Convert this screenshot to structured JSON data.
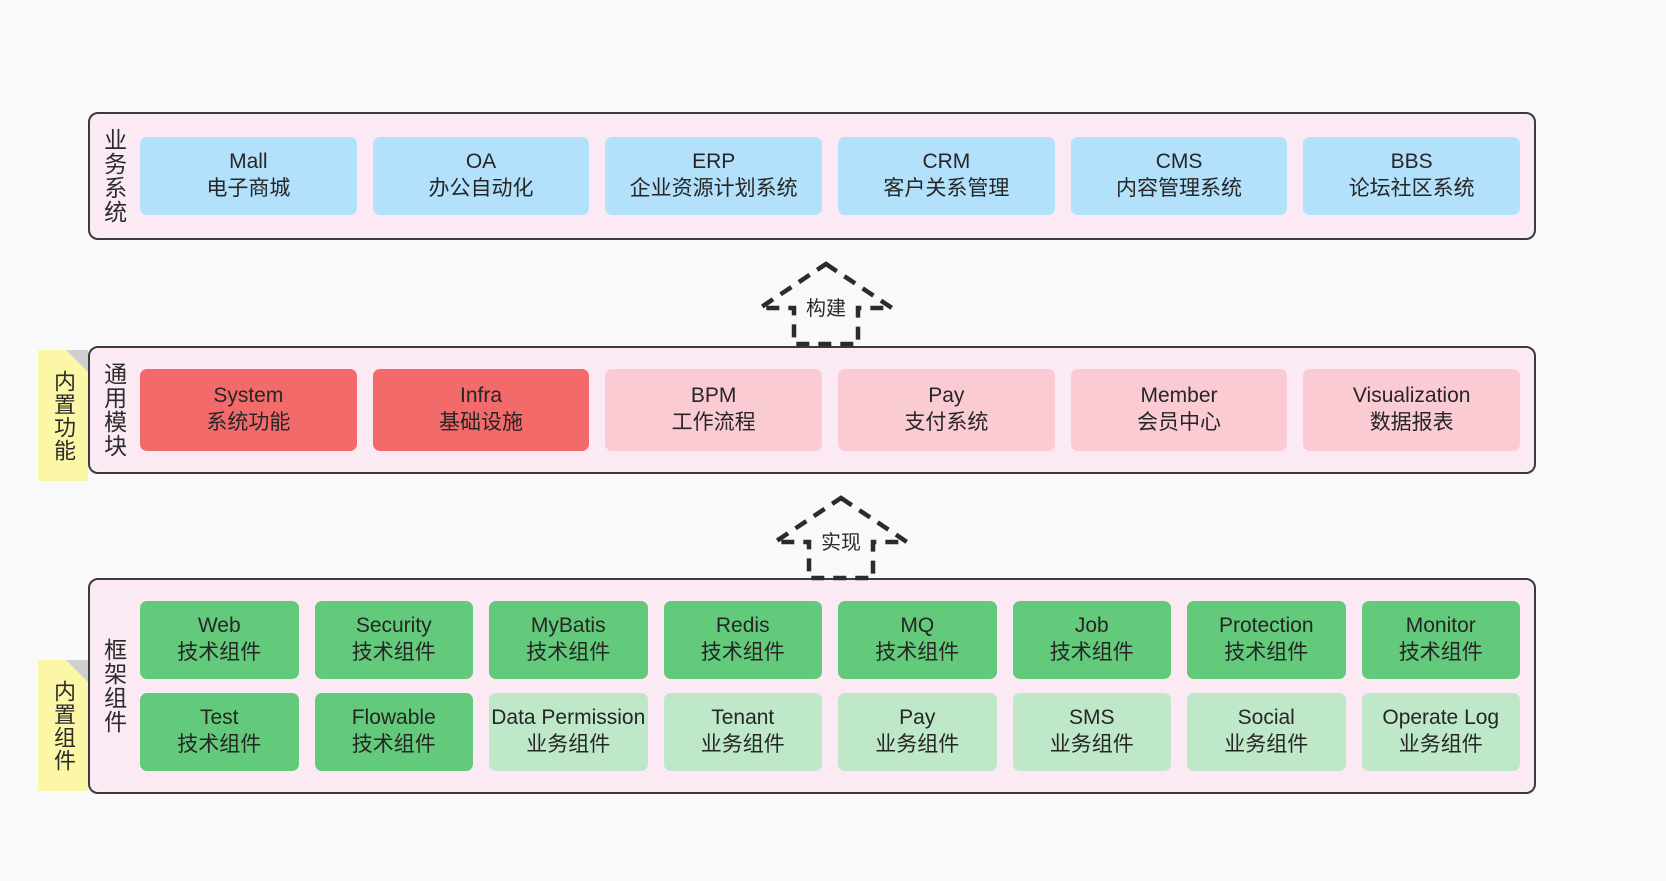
{
  "diagram": {
    "background_color": "#f9f9f9",
    "panel_color": "#fbeaf4",
    "note_color": "#fbf7a6",
    "colors": {
      "business": "#b3e0fb",
      "module_core": "#f26a6a",
      "module_extra": "#fbcbd4",
      "component_tech": "#63c97b",
      "component_biz": "#bee8c8",
      "stroke": "#3b3b3b"
    }
  },
  "layers": {
    "business": {
      "title": "业务系统",
      "cards": [
        {
          "t1": "Mall",
          "t2": "电子商城"
        },
        {
          "t1": "OA",
          "t2": "办公自动化"
        },
        {
          "t1": "ERP",
          "t2": "企业资源计划系统"
        },
        {
          "t1": "CRM",
          "t2": "客户关系管理"
        },
        {
          "t1": "CMS",
          "t2": "内容管理系统"
        },
        {
          "t1": "BBS",
          "t2": "论坛社区系统"
        }
      ]
    },
    "modules": {
      "title": "通用模块",
      "note": "内置功能",
      "cards": [
        {
          "t1": "System",
          "t2": "系统功能",
          "style": "red"
        },
        {
          "t1": "Infra",
          "t2": "基础设施",
          "style": "red"
        },
        {
          "t1": "BPM",
          "t2": "工作流程",
          "style": "pinklight"
        },
        {
          "t1": "Pay",
          "t2": "支付系统",
          "style": "pinklight"
        },
        {
          "t1": "Member",
          "t2": "会员中心",
          "style": "pinklight"
        },
        {
          "t1": "Visualization",
          "t2": "数据报表",
          "style": "pinklight"
        }
      ]
    },
    "framework": {
      "title": "框架组件",
      "note": "内置组件",
      "row1": [
        {
          "t1": "Web",
          "t2": "技术组件"
        },
        {
          "t1": "Security",
          "t2": "技术组件"
        },
        {
          "t1": "MyBatis",
          "t2": "技术组件"
        },
        {
          "t1": "Redis",
          "t2": "技术组件"
        },
        {
          "t1": "MQ",
          "t2": "技术组件"
        },
        {
          "t1": "Job",
          "t2": "技术组件"
        },
        {
          "t1": "Protection",
          "t2": "技术组件"
        },
        {
          "t1": "Monitor",
          "t2": "技术组件"
        }
      ],
      "row2": [
        {
          "t1": "Test",
          "t2": "技术组件",
          "style": "green"
        },
        {
          "t1": "Flowable",
          "t2": "技术组件",
          "style": "green"
        },
        {
          "t1": "Data Permission",
          "t2": "业务组件",
          "style": "greenlight"
        },
        {
          "t1": "Tenant",
          "t2": "业务组件",
          "style": "greenlight"
        },
        {
          "t1": "Pay",
          "t2": "业务组件",
          "style": "greenlight"
        },
        {
          "t1": "SMS",
          "t2": "业务组件",
          "style": "greenlight"
        },
        {
          "t1": "Social",
          "t2": "业务组件",
          "style": "greenlight"
        },
        {
          "t1": "Operate Log",
          "t2": "业务组件",
          "style": "greenlight"
        }
      ]
    }
  },
  "connectors": [
    {
      "label": "构建"
    },
    {
      "label": "实现"
    }
  ]
}
